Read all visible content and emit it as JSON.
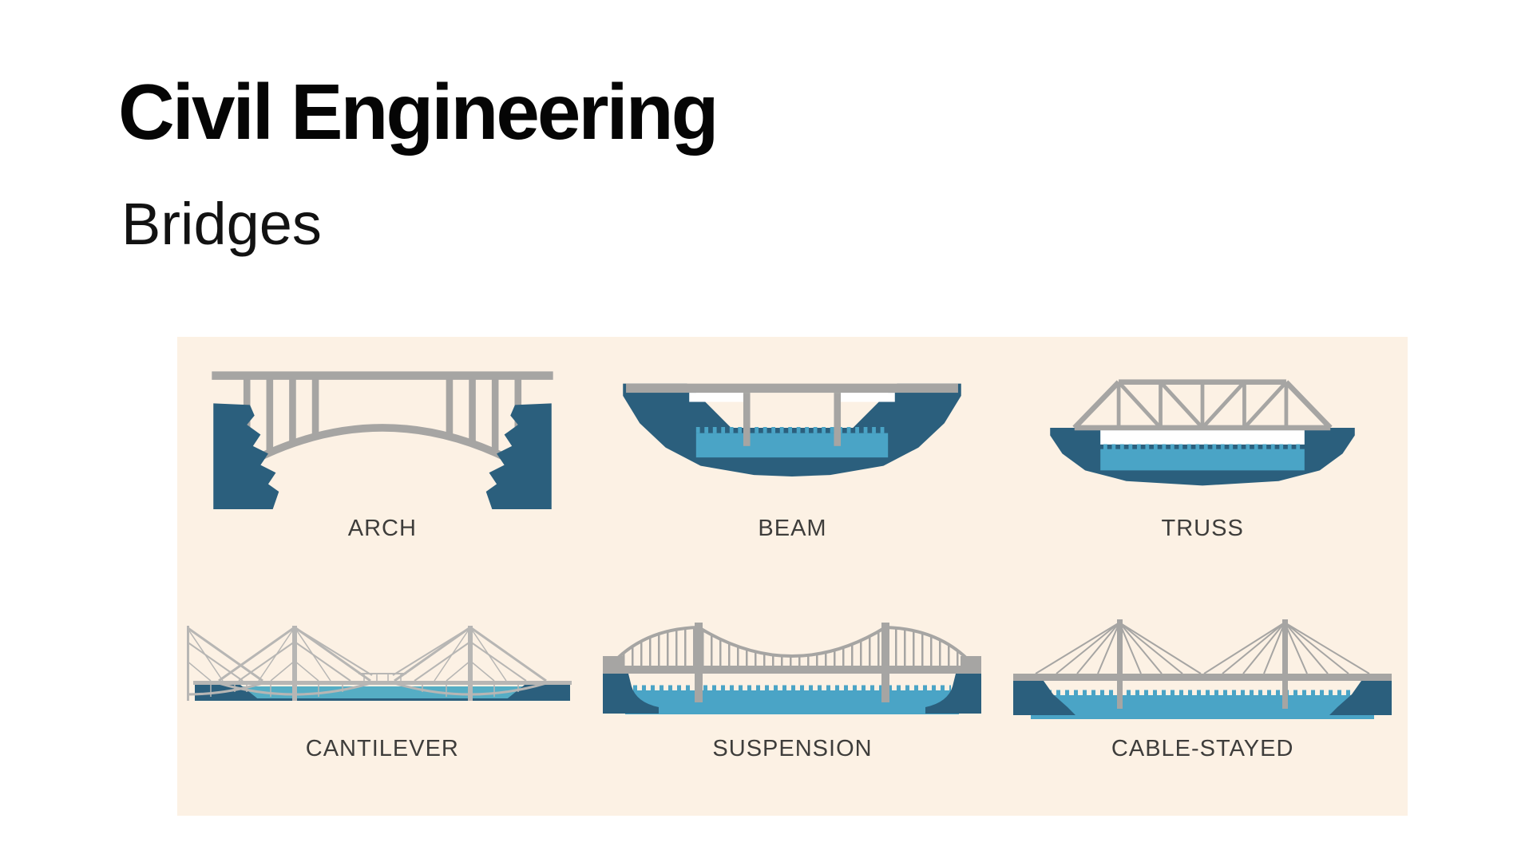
{
  "page": {
    "title": "Civil Engineering",
    "subtitle": "Bridges"
  },
  "colors": {
    "page_bg": "#ffffff",
    "title_text": "#050505",
    "subtitle_text": "#121212",
    "panel_bg": "#fcf1e4",
    "bank_blue": "#2b5f7d",
    "water_blue": "#4aa4c6",
    "water_teal": "#55adc4",
    "structure_gray": "#a6a5a3",
    "structure_gray_light": "#b7b6b4",
    "deck_gray": "#9c9b99",
    "white_band": "#ffffff",
    "label_text": "#3e3d3b"
  },
  "bridges": {
    "items": [
      {
        "type": "arch",
        "label": "ARCH"
      },
      {
        "type": "beam",
        "label": "BEAM"
      },
      {
        "type": "truss",
        "label": "TRUSS"
      },
      {
        "type": "cantilever",
        "label": "CANTILEVER"
      },
      {
        "type": "suspension",
        "label": "SUSPENSION"
      },
      {
        "type": "cable-stayed",
        "label": "CABLE-STAYED"
      }
    ]
  }
}
